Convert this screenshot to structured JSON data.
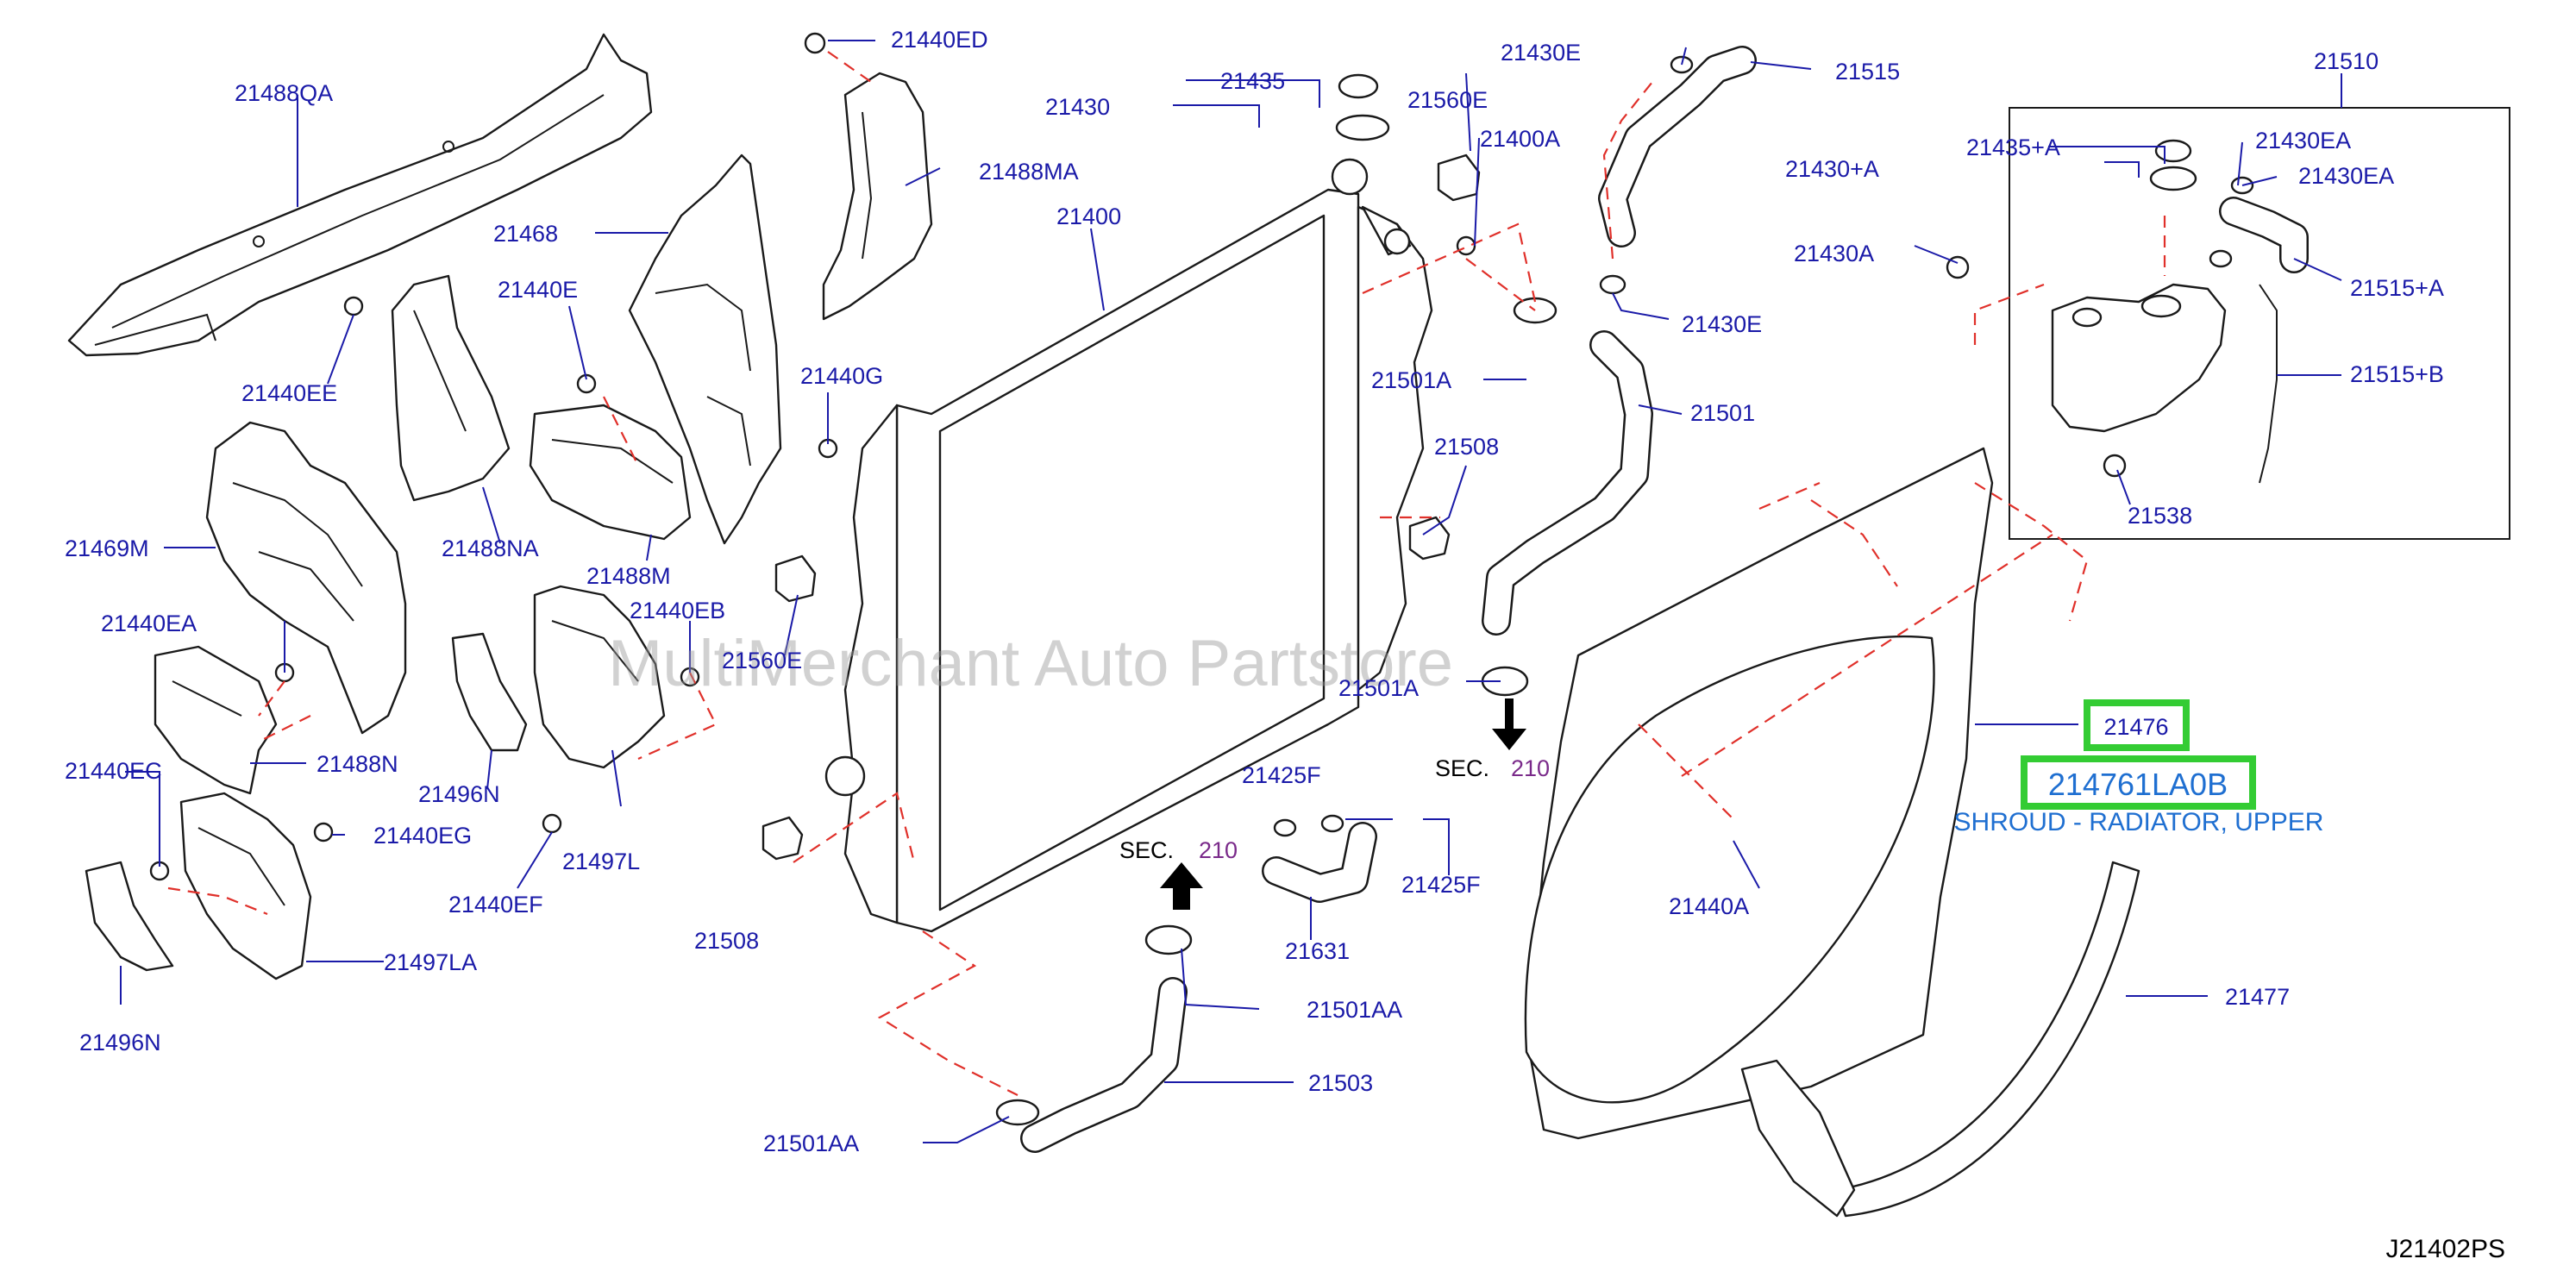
{
  "watermark": "MultiMerchant Auto Partstore",
  "diagram_code": "J21402PS",
  "highlight": {
    "part_number": "21476",
    "catalog_number": "214761LA0B",
    "description": "SHROUD - RADIATOR, UPPER",
    "box_color": "#33cc33",
    "text_color": "#1f6fd1"
  },
  "sections": [
    {
      "prefix": "SEC.",
      "number": "210"
    },
    {
      "prefix": "SEC.",
      "number": "210"
    }
  ],
  "labels": [
    "21488QA",
    "21440ED",
    "21488MA",
    "21435",
    "21430",
    "21560E",
    "21400A",
    "21430E",
    "21515",
    "21510",
    "21435+A",
    "21430EA",
    "21430+A",
    "21430EA",
    "21468",
    "21400",
    "21430E",
    "21430A",
    "21515+A",
    "21440E",
    "21440EE",
    "21501A",
    "21515+B",
    "21440G",
    "21501",
    "21508",
    "21538",
    "21488NA",
    "21469M",
    "21488M",
    "21440EB",
    "21560E",
    "21440EA",
    "21501A",
    "21488N",
    "21496N",
    "21440EC",
    "21425F",
    "21440EG",
    "21497L",
    "21425F",
    "21440A",
    "21440EF",
    "21508",
    "21631",
    "21477",
    "21497LA",
    "21501AA",
    "21496N",
    "21503",
    "21501AA"
  ]
}
